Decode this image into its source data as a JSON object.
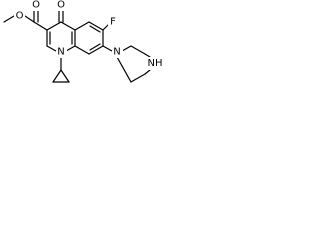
{
  "molecule": {
    "atoms": {
      "ester_oxygen": "O",
      "carbonyl_oxygen_ester": "O",
      "ketone_oxygen": "O",
      "fluorine": "F",
      "ring_nitrogen": "N",
      "piperazine_n1": "N",
      "piperazine_nh": "NH"
    }
  },
  "colors": {
    "bond": "#000000",
    "label": "#000000",
    "background": "#ffffff"
  }
}
